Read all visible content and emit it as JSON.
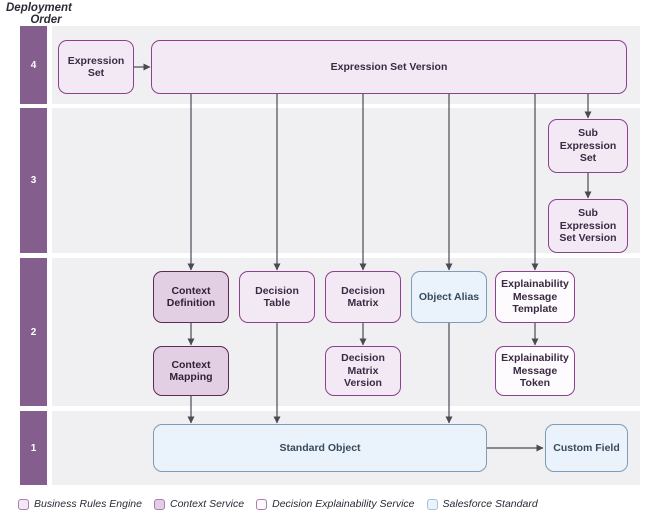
{
  "diagram": {
    "axis_title_line1": "Deployment",
    "axis_title_line2": "Order",
    "lanes": [
      {
        "order": "4"
      },
      {
        "order": "3"
      },
      {
        "order": "2"
      },
      {
        "order": "1"
      }
    ],
    "nodes": {
      "expression_set": "Expression\nSet",
      "expression_set_version": "Expression Set Version",
      "sub_expression_set": "Sub\nExpression\nSet",
      "sub_expression_set_version": "Sub\nExpression\nSet Version",
      "context_definition": "Context\nDefinition",
      "decision_table": "Decision\nTable",
      "decision_matrix": "Decision\nMatrix",
      "object_alias": "Object Alias",
      "explainability_message_template": "Explainability\nMessage\nTemplate",
      "context_mapping": "Context\nMapping",
      "decision_matrix_version": "Decision\nMatrix\nVersion",
      "explainability_message_token": "Explainability\nMessage\nToken",
      "standard_object": "Standard Object",
      "custom_field": "Custom Field"
    },
    "legend": [
      {
        "label": "Business Rules Engine",
        "fill": "#f3e9f5",
        "border": "#8e3f8e"
      },
      {
        "label": "Context Service",
        "fill": "#e3cfe3",
        "border": "#8e3f8e"
      },
      {
        "label": "Decision Explainability Service",
        "fill": "#fdfbfd",
        "border": "#8e3f8e"
      },
      {
        "label": "Salesforce Standard",
        "fill": "#eaf3fc",
        "border": "#7d9cb5"
      }
    ],
    "colors": {
      "band": "#845e8c",
      "lane_bg": "#f0f0f2",
      "connector": "#4a4a55",
      "page_bg": "#ffffff"
    }
  }
}
